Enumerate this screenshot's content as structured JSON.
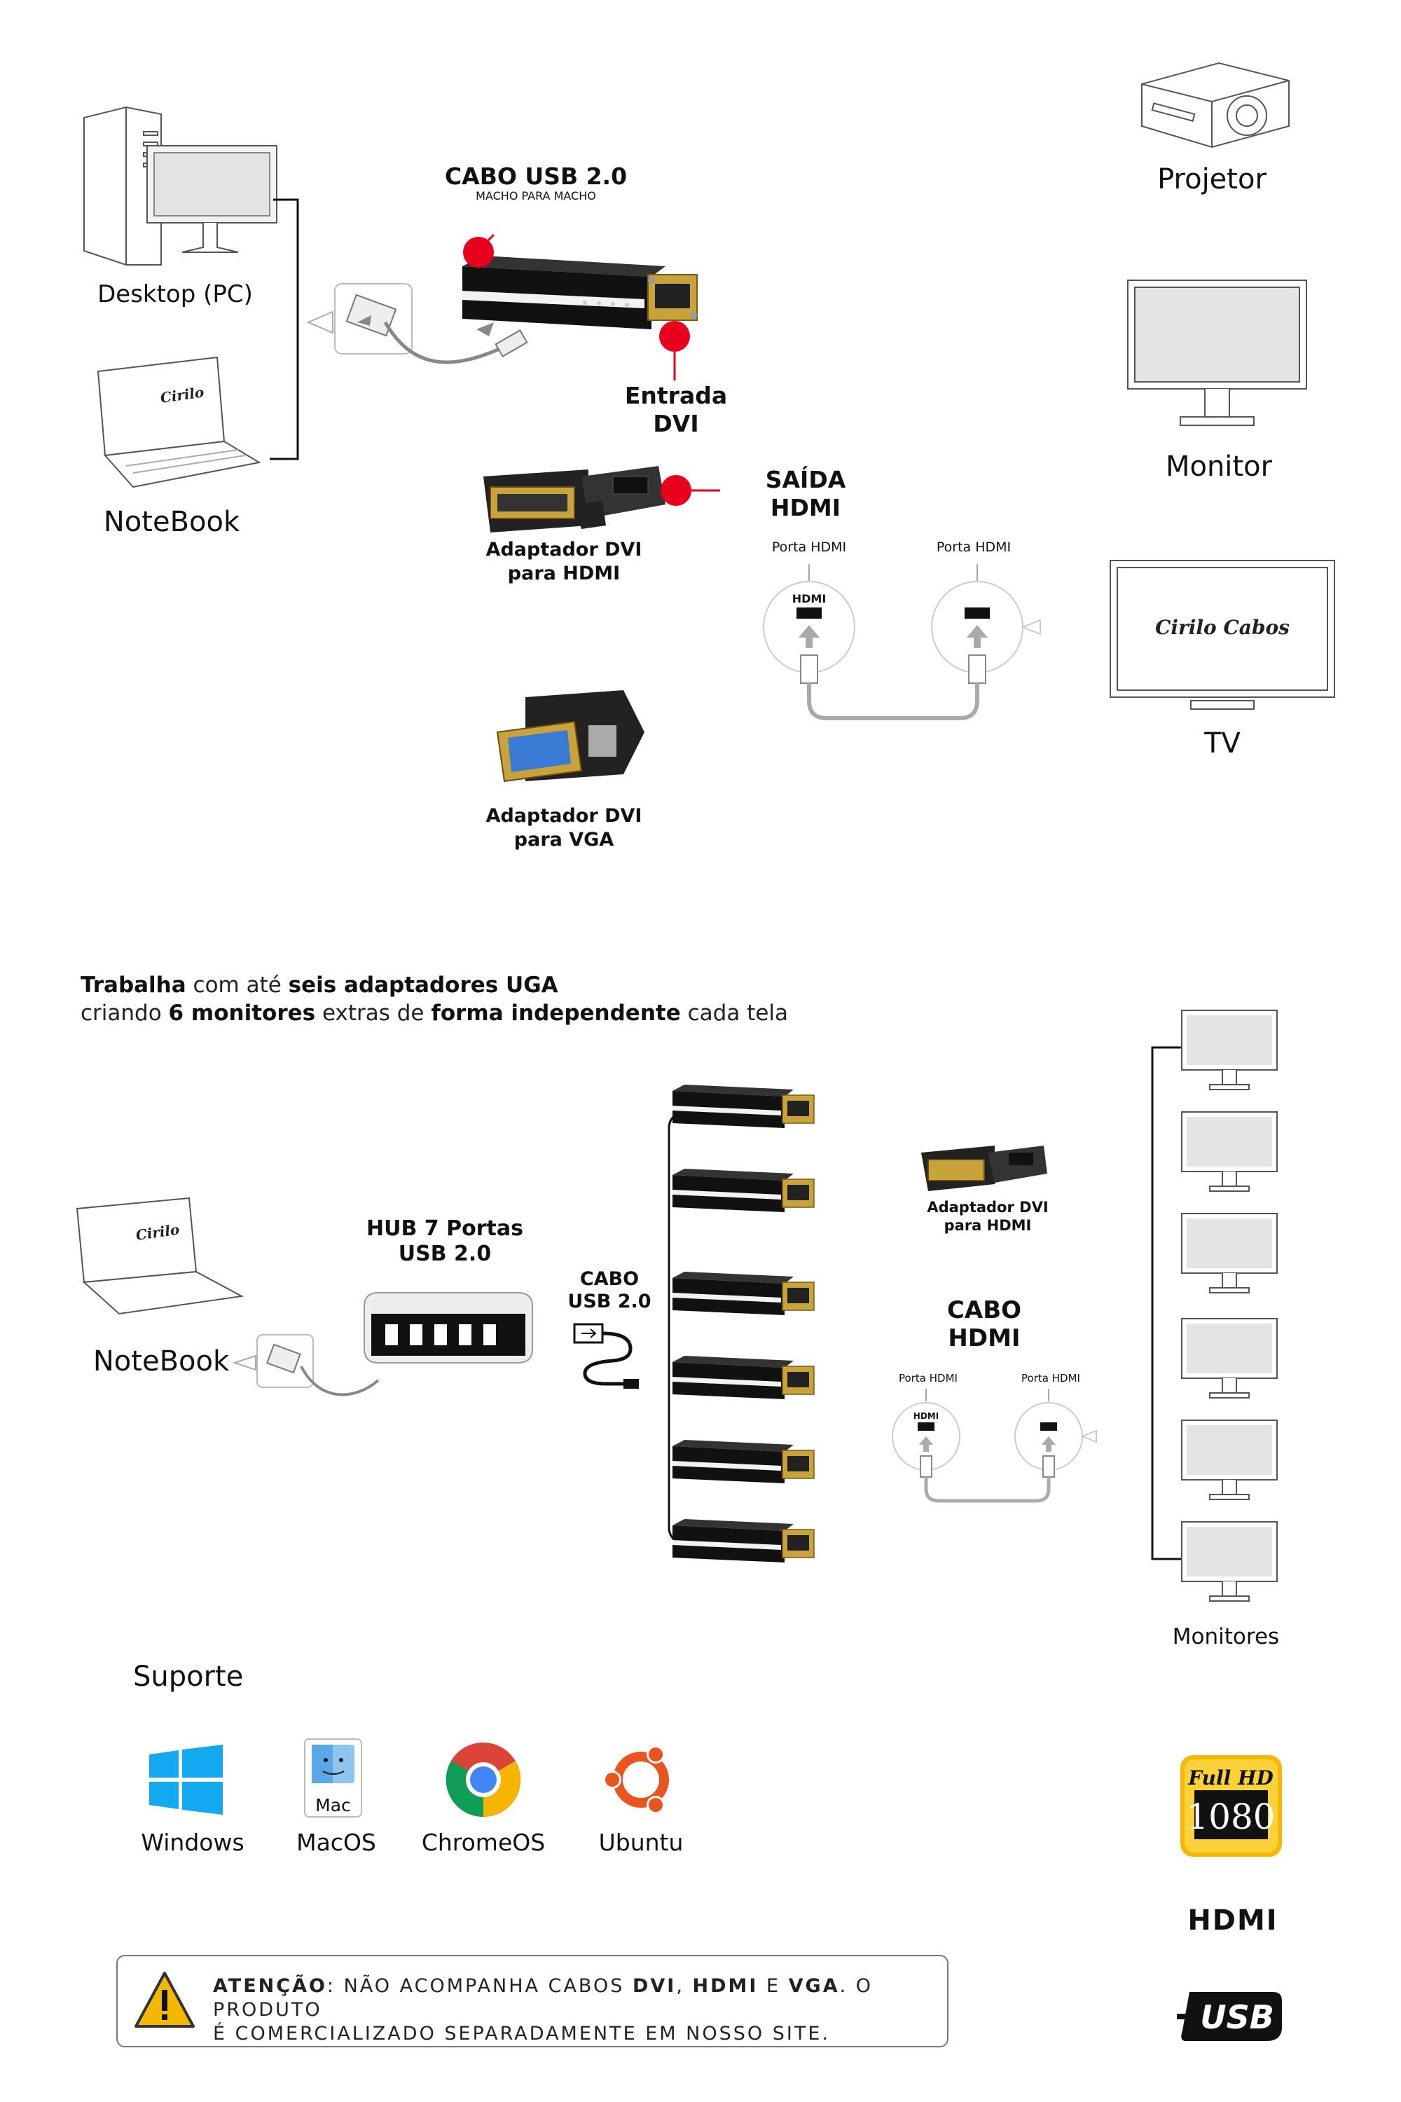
{
  "top": {
    "desktop_label": "Desktop (PC)",
    "notebook_label": "NoteBook",
    "cabo_usb_title": "CABO USB 2.0",
    "cabo_usb_sub": "MACHO PARA MACHO",
    "entrada_dvi_line1": "Entrada",
    "entrada_dvi_line2": "DVI",
    "saida_hdmi_line1": "SAÍDA",
    "saida_hdmi_line2": "HDMI",
    "adapter_hdmi_line1": "Adaptador DVI",
    "adapter_hdmi_line2": "para HDMI",
    "adapter_vga_line1": "Adaptador DVI",
    "adapter_vga_line2": "para VGA",
    "porta_hdmi_left": "Porta HDMI",
    "porta_hdmi_right": "Porta HDMI",
    "hdmi_logo_text": "HDMI",
    "projetor_label": "Projetor",
    "monitor_label": "Monitor",
    "tv_label": "TV",
    "brand_logo_text": "Cirilo Cabos"
  },
  "intro": {
    "part1_bold": "Trabalha",
    "part2": " com até ",
    "part3_bold": "seis adaptadores UGA",
    "part4": "criando ",
    "part5_bold": "6 monitores",
    "part6": " extras de ",
    "part7_bold": "forma independente",
    "part8": " cada tela"
  },
  "middle": {
    "notebook_label": "NoteBook",
    "hub_line1": "HUB 7 Portas",
    "hub_line2": "USB 2.0",
    "cabo_usb_line1": "CABO",
    "cabo_usb_line2": "USB 2.0",
    "adapter_line1": "Adaptador DVI",
    "adapter_line2": "para HDMI",
    "cabo_hdmi_line1": "CABO",
    "cabo_hdmi_line2": "HDMI",
    "porta_hdmi_left": "Porta HDMI",
    "porta_hdmi_right": "Porta HDMI",
    "monitores_label": "Monitores"
  },
  "support": {
    "title": "Suporte",
    "os": [
      {
        "name": "Windows",
        "icon": "windows-icon"
      },
      {
        "name": "MacOS",
        "icon": "mac-icon",
        "badge": "Mac"
      },
      {
        "name": "ChromeOS",
        "icon": "chrome-icon"
      },
      {
        "name": "Ubuntu",
        "icon": "ubuntu-icon"
      }
    ]
  },
  "badges": {
    "fullhd_top": "Full HD",
    "fullhd_num": "1080",
    "hdmi": "HDMI",
    "usb": "USB"
  },
  "warning": {
    "bold_label": "ATENÇÃO",
    "text1": ": NÃO ACOMPANHA CABOS ",
    "dvi": "DVI",
    "comma": ", ",
    "hdmi": "HDMI",
    "and": " E ",
    "vga": "VGA",
    "text2": ". O PRODUTO",
    "line2": "É COMERCIALIZADO SEPARADAMENTE EM NOSSO SITE."
  },
  "colors": {
    "accent_red": "#e8001c",
    "warning_yellow": "#f5b800",
    "windows_blue": "#12a9f0",
    "ubuntu_orange": "#e95420"
  }
}
